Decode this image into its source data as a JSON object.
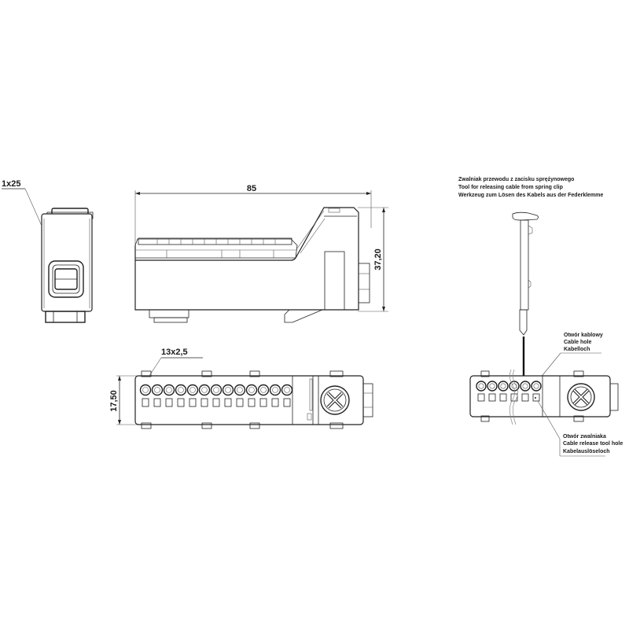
{
  "end_view": {
    "callout": "1x25"
  },
  "side_view": {
    "length_dim": "85",
    "height_dim": "37,20"
  },
  "top_view": {
    "callout": "13x2,5",
    "width_dim": "17,50",
    "terminal_count": 13
  },
  "tool_detail": {
    "tool_label": [
      "Zwalniak przewodu z zacisku sprężynowego",
      "Tool for releasing cable from spring clip",
      "Werkzeug zum Lösen des Kabels aus der Federklemme"
    ],
    "cable_hole_label": [
      "Otwór kablowy",
      "Cable hole",
      "Kabelloch"
    ],
    "release_hole_label": [
      "Otwór zwalniaka",
      "Cable release tool hole",
      "Kabelauslöseloch"
    ]
  },
  "colors": {
    "line": "#222222",
    "background": "#ffffff"
  }
}
